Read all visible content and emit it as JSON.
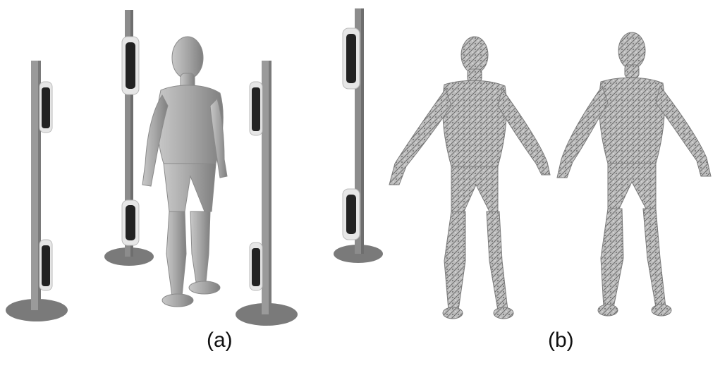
{
  "panels": [
    {
      "id": "a",
      "caption": "(a)"
    },
    {
      "id": "b",
      "caption": "(b)"
    }
  ],
  "colors": {
    "background": "#ffffff",
    "pole": "#9a9a9a",
    "pole_dark": "#6e6e6e",
    "base": "#7a7a7a",
    "sensor": "#222222",
    "sensor_frame": "#e6e6e6",
    "body_shaded": "#a9a9a9",
    "body_textured": "#b5b5b5"
  }
}
